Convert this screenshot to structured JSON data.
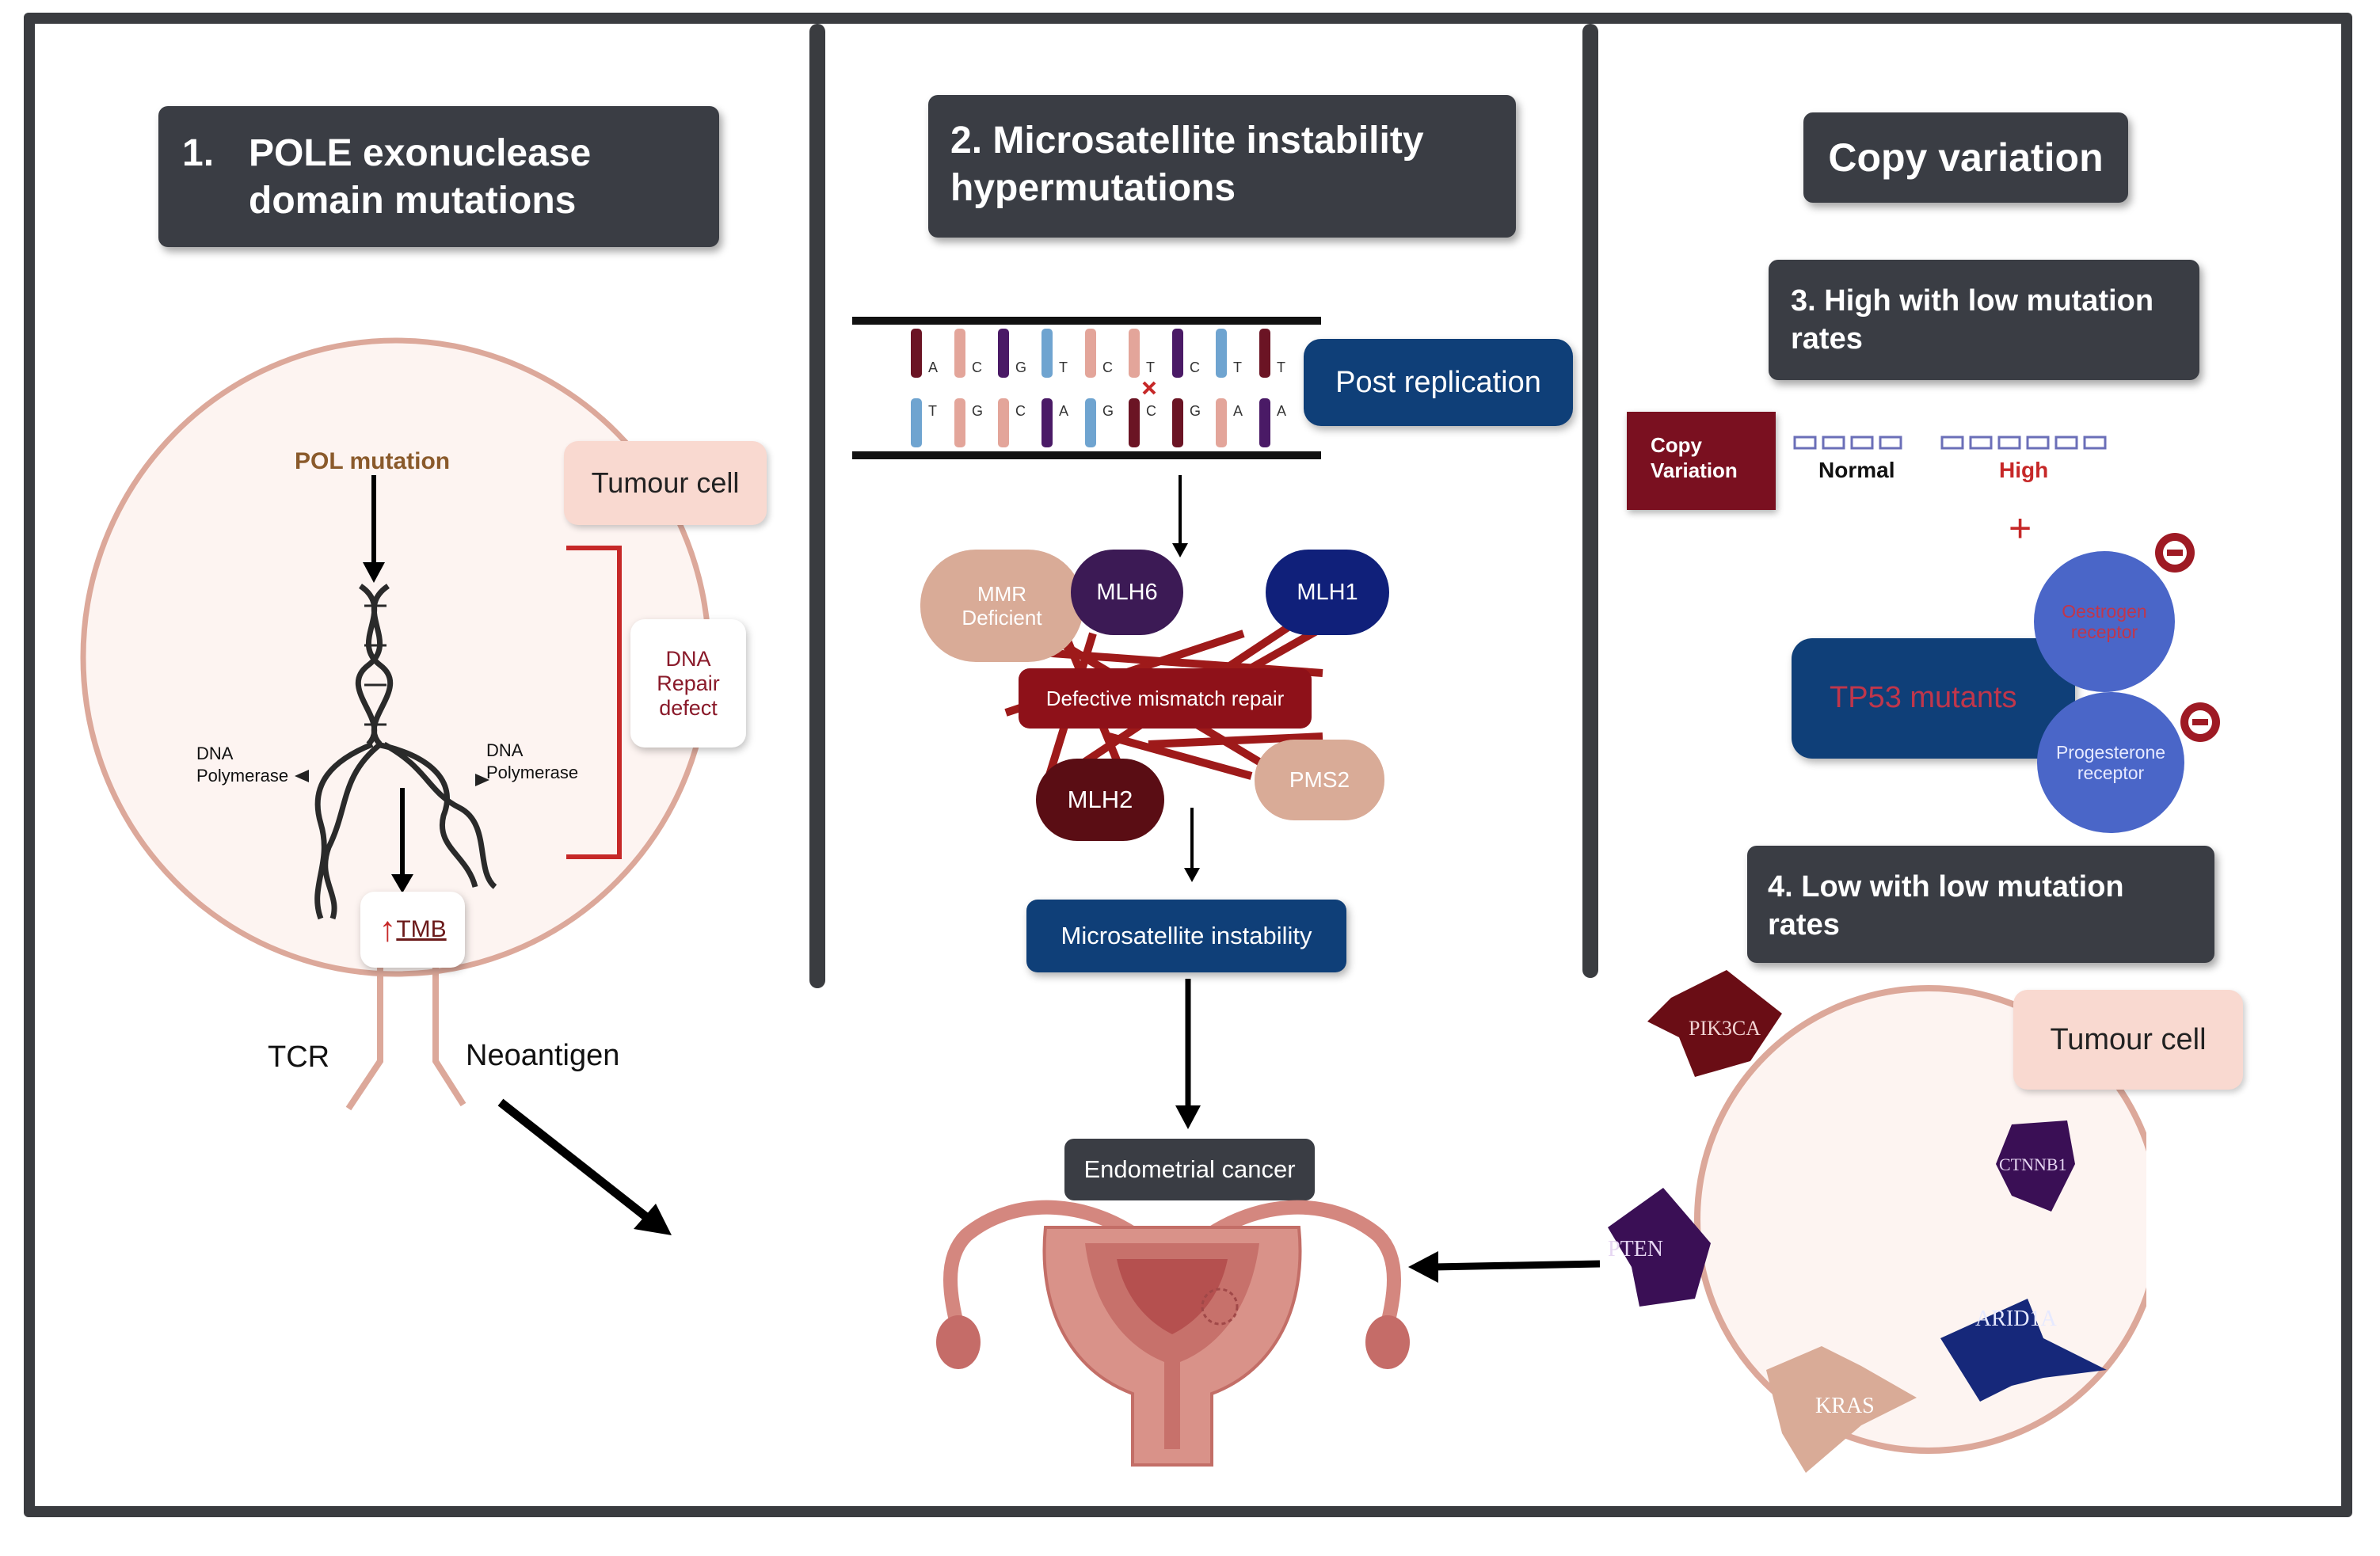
{
  "panel1": {
    "header_number": "1.",
    "header_line1": "POLE exonuclease",
    "header_line2": "domain mutations",
    "pol_mutation": "POL mutation",
    "tumour_cell": "Tumour cell",
    "dna_repair_defect": "DNA Repair defect",
    "dna_polymerase_left": "DNA Polymerase",
    "dna_polymerase_right": "DNA Polymerase",
    "tmb": "TMB",
    "tcr": "TCR",
    "neoantigen": "Neoantigen"
  },
  "panel2": {
    "header_line1": "2. Microsatellite instability",
    "header_line2": "hypermutations",
    "post_replication": "Post replication",
    "top_strand_bases": [
      "A",
      "C",
      "G",
      "T",
      "C",
      "T",
      "C",
      "T",
      "T"
    ],
    "bottom_strand_bases": [
      "T",
      "G",
      "C",
      "A",
      "G",
      "C",
      "G",
      "A",
      "A"
    ],
    "mmr_deficient": "MMR Deficient",
    "mlh6": "MLH6",
    "mlh1": "MLH1",
    "mlh2": "MLH2",
    "pms2": "PMS2",
    "defective_mismatch_repair": "Defective mismatch repair",
    "microsatellite_instability": "Microsatellite instability",
    "endometrial_cancer": "Endometrial cancer"
  },
  "panel3": {
    "header": "Copy variation",
    "sub3_line1": "3. High with low mutation",
    "sub3_line2": "rates",
    "copy_variation_box": "Copy Variation",
    "normal": "Normal",
    "high": "High",
    "plus": "+",
    "tp53_mutants": "TP53 mutants",
    "oestrogen_receptor": "Oestrogen receptor",
    "progesterone_receptor": "Progesterone receptor",
    "sub4_line1": "4. Low with low mutation",
    "sub4_line2": "rates",
    "tumour_cell": "Tumour cell",
    "genes": [
      "PIK3CA",
      "CTNNB1",
      "PTEN",
      "ARID1A",
      "KRAS"
    ]
  },
  "colors": {
    "dark_header": "#3a3d44",
    "navy": "#0f3f78",
    "maroon": "#7a1020",
    "cell_outline": "#dca89a",
    "cell_fill": "#fdf4f1",
    "pink_label": "#f9d9d0"
  }
}
